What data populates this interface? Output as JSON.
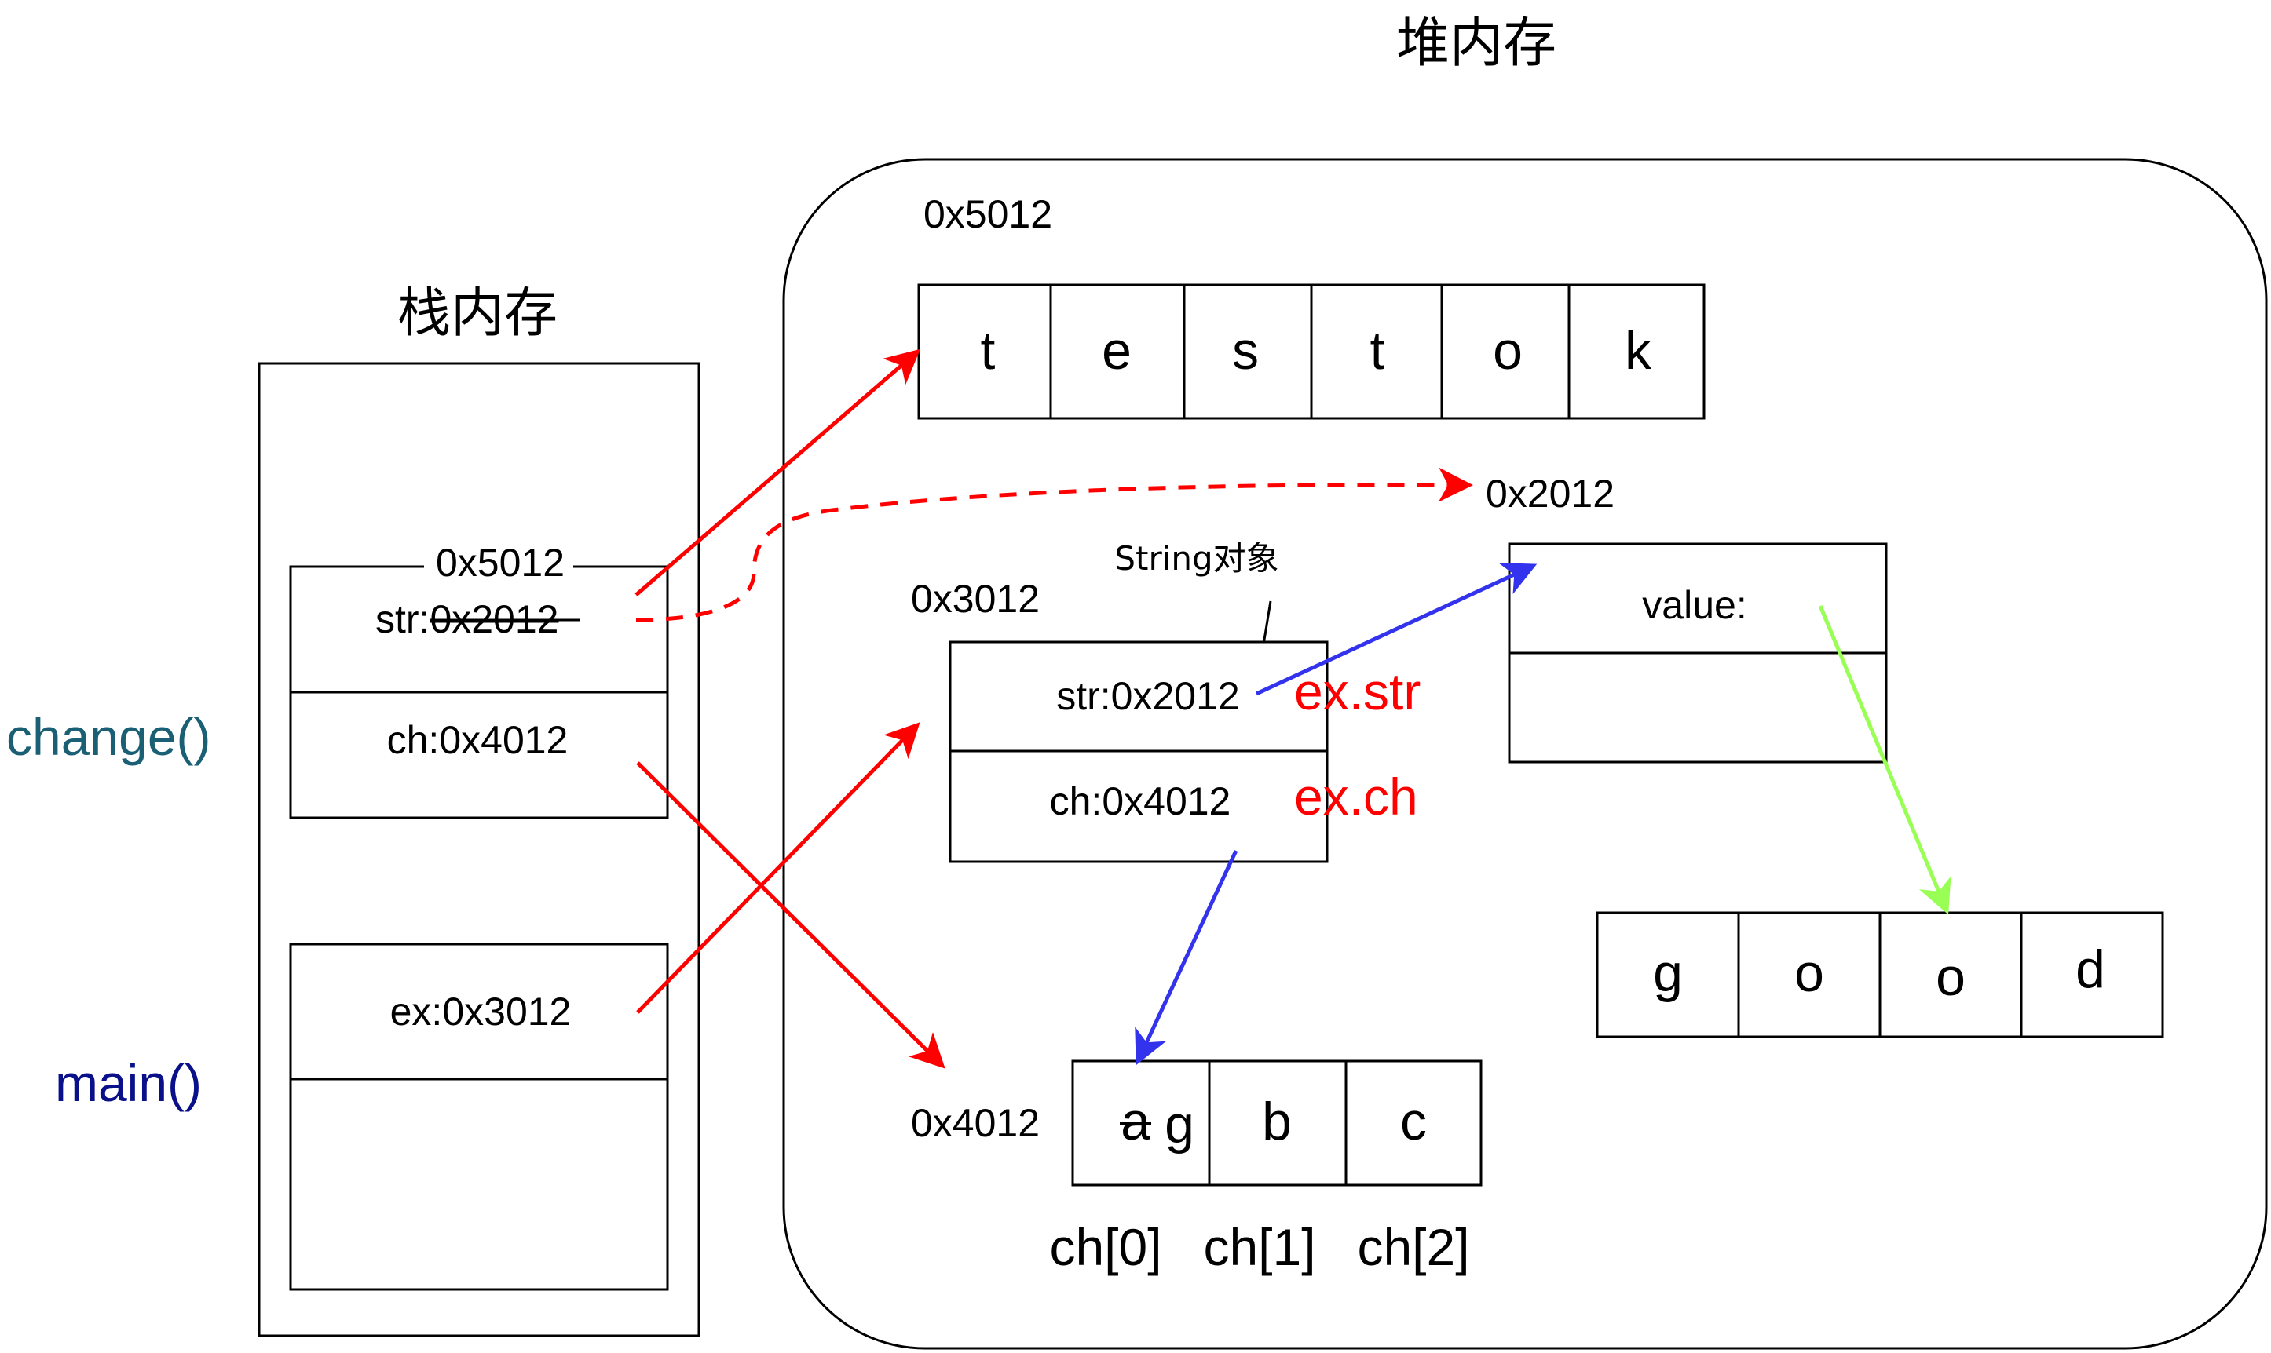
{
  "titles": {
    "stack": "栈内存",
    "heap": "堆内存"
  },
  "frames": {
    "change": "change()",
    "main": "main()"
  },
  "stack": {
    "change_frame_address": "0x5012",
    "str_prefix": "str:",
    "str_value_struck": "0x2012",
    "ch": "ch:0x4012",
    "ex": "ex:0x3012"
  },
  "heap": {
    "addr_5012": "0x5012",
    "testok_chars": [
      "t",
      "e",
      "s",
      "t",
      "o",
      "k"
    ],
    "addr_2012": "0x2012",
    "string_value_label": "value:",
    "good_chars": [
      "g",
      "o",
      "o",
      "d"
    ],
    "addr_3012": "0x3012",
    "string_object_label": "String对象",
    "ex_str": "str:0x2012",
    "ex_ch": "ch:0x4012",
    "ex_str_alias": "ex.str",
    "ex_ch_alias": "ex.ch",
    "addr_4012": "0x4012",
    "abc_first_struck": "a",
    "abc_first_new": "g",
    "abc_rest": [
      "b",
      "c"
    ],
    "abc_index_labels": [
      "ch[0]",
      "ch[1]",
      "ch[2]"
    ]
  },
  "colors": {
    "frame_label": "#1a5f74",
    "main_label": "#0a108a",
    "red": "#ff0000",
    "blue": "#3333ee",
    "green": "#99ff55",
    "alias_red": "#ff0000"
  }
}
